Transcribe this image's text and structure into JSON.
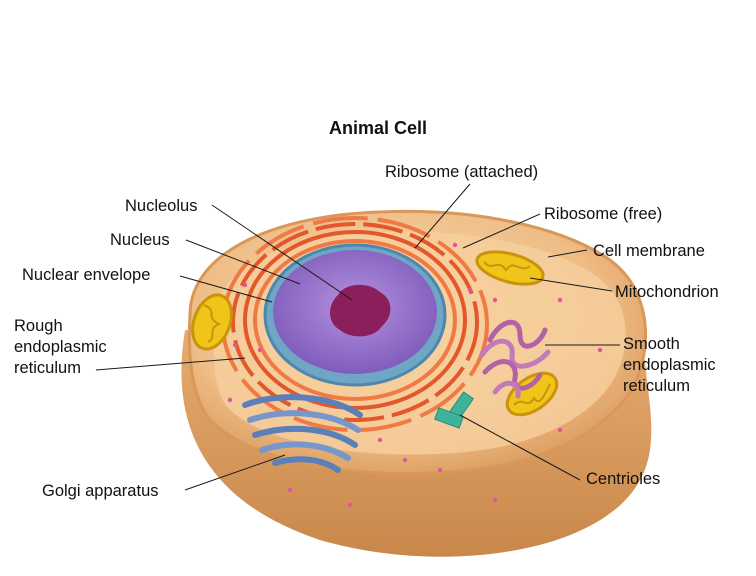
{
  "title": "Animal Cell",
  "labels": {
    "ribosome_attached": "Ribosome (attached)",
    "nucleolus": "Nucleolus",
    "ribosome_free": "Ribosome (free)",
    "nucleus": "Nucleus",
    "cell_membrane": "Cell membrane",
    "nuclear_envelope": "Nuclear envelope",
    "mitochondrion": "Mitochondrion",
    "rough_er": "Rough\nendoplasmic\nreticulum",
    "smooth_er": "Smooth\nendoplasmic\nreticulum",
    "golgi": "Golgi apparatus",
    "centrioles": "Centrioles"
  },
  "colors": {
    "cytoplasm": "#f3c48f",
    "membrane": "#dba36a",
    "nucleus": "#9b72c9",
    "nucleolus": "#8a1f5c",
    "rough_er": "#e2572c",
    "golgi": "#5b7fb8",
    "mitochondrion": "#f0c419",
    "smooth_er": "#b262a6",
    "centrioles": "#3fb39a",
    "leader_line": "#1a1a1a"
  }
}
